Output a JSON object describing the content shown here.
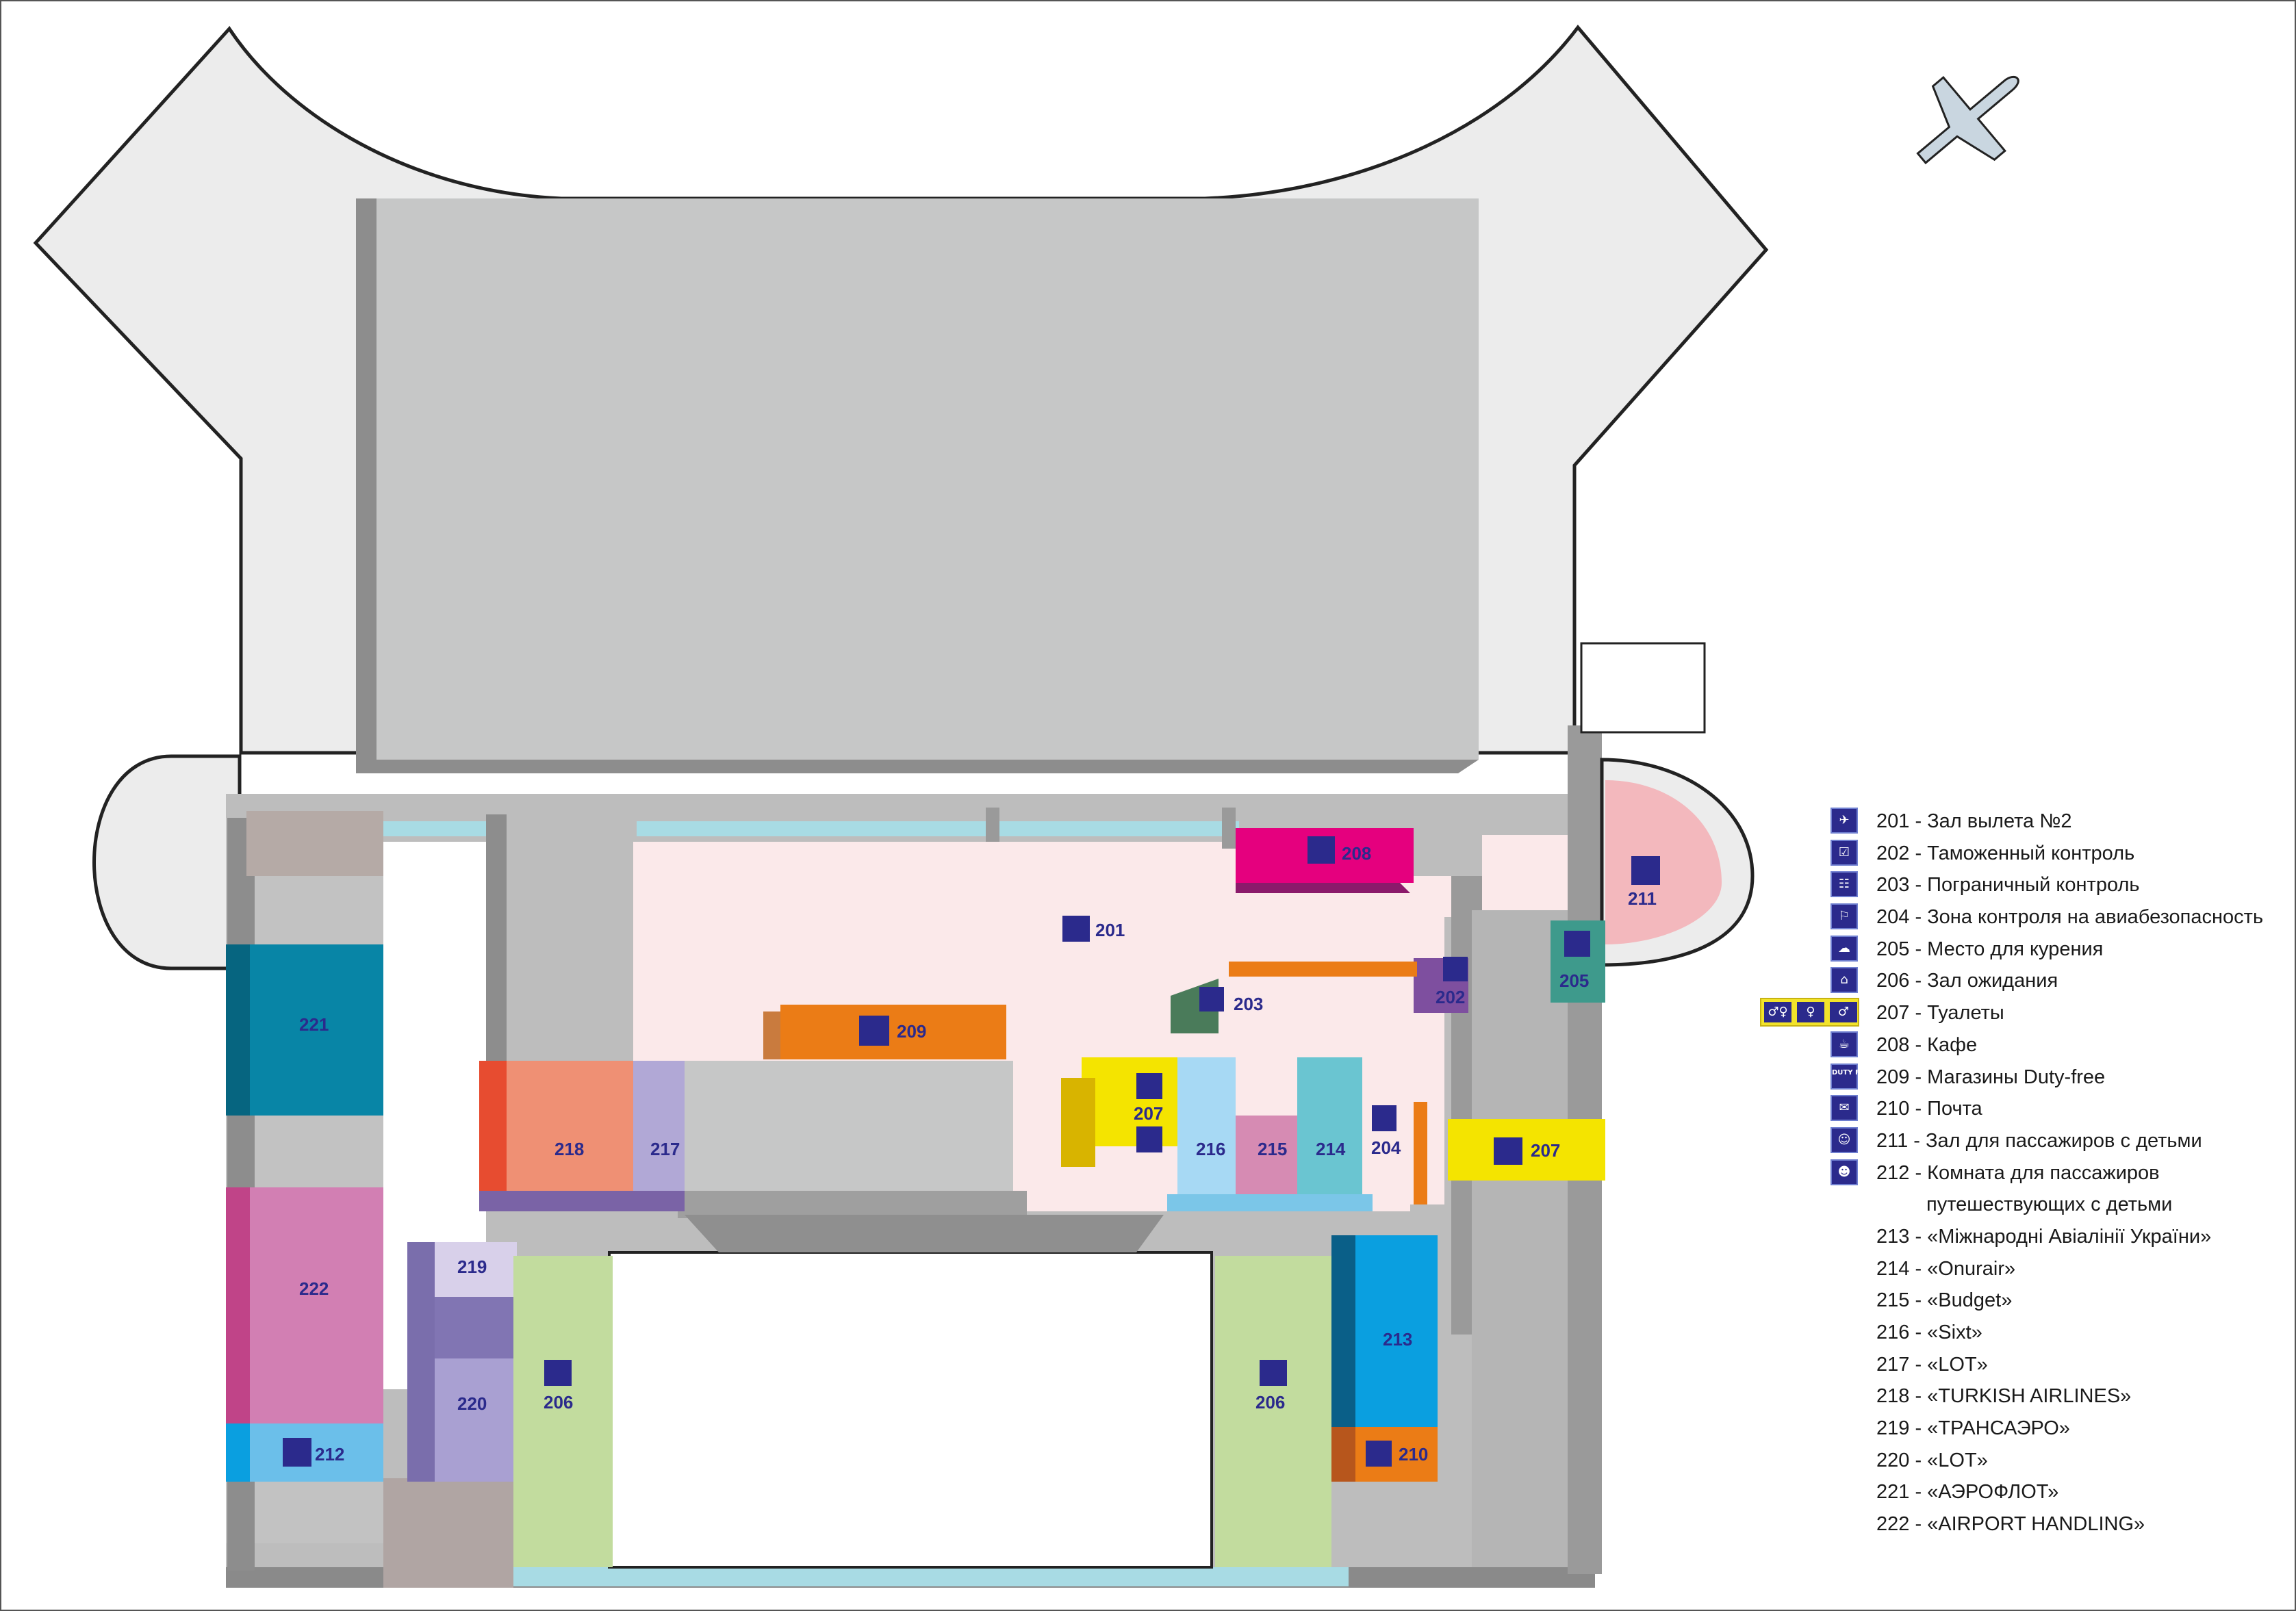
{
  "colors": {
    "accent_navy": "#2b2a8c",
    "hall_201": "#fbe9ea",
    "wall": "#9a9a9a",
    "apron": "#ececec"
  },
  "map_labels": {
    "r201": "201",
    "r202": "202",
    "r203": "203",
    "r204": "204",
    "r205": "205",
    "r206a": "206",
    "r206b": "206",
    "r207a": "207",
    "r207b": "207",
    "r208": "208",
    "r209": "209",
    "r210": "210",
    "r211": "211",
    "r212": "212",
    "r213": "213",
    "r214": "214",
    "r215": "215",
    "r216": "216",
    "r217": "217",
    "r218": "218",
    "r219": "219",
    "r220": "220",
    "r221": "221",
    "r222": "222",
    "duty_free_icon_text": "DUTY FREE"
  },
  "legend": [
    {
      "code": "201",
      "text": "201 - Зал вылета №2",
      "icon": "departure-icon"
    },
    {
      "code": "202",
      "text": "202 - Таможенный контроль",
      "icon": "customs-icon"
    },
    {
      "code": "203",
      "text": "203 - Пограничный контроль",
      "icon": "passport-control-icon"
    },
    {
      "code": "204",
      "text": "204 - Зона контроля на авиабезопасность",
      "icon": "security-check-icon"
    },
    {
      "code": "205",
      "text": "205 - Место для курения",
      "icon": "smoking-icon"
    },
    {
      "code": "206",
      "text": "206 - Зал ожидания",
      "icon": "waiting-room-icon"
    },
    {
      "code": "207",
      "text": "207 - Туалеты",
      "icon": "toilets-icon"
    },
    {
      "code": "208",
      "text": "208 - Кафе",
      "icon": "cafe-icon"
    },
    {
      "code": "209",
      "text": "209 - Магазины Duty-free",
      "icon": "duty-free-icon",
      "icon_text": "DUTY FREE"
    },
    {
      "code": "210",
      "text": "210 - Почта",
      "icon": "mail-icon"
    },
    {
      "code": "211",
      "text": "211 - Зал для пассажиров с детьми",
      "icon": "family-room-icon"
    },
    {
      "code": "212",
      "text": "212 - Комната для пассажиров",
      "icon": "baby-room-icon"
    },
    {
      "code": "212b",
      "text": "путешествующих с детьми",
      "icon": ""
    },
    {
      "code": "213",
      "text": "213 - «Міжнародні Авіалінії України»",
      "icon": ""
    },
    {
      "code": "214",
      "text": "214 - «Onurair»",
      "icon": ""
    },
    {
      "code": "215",
      "text": "215 - «Budget»",
      "icon": ""
    },
    {
      "code": "216",
      "text": "216 -  «Sixt»",
      "icon": ""
    },
    {
      "code": "217",
      "text": "217 - «LOT»",
      "icon": ""
    },
    {
      "code": "218",
      "text": "218 - «TURKISH AIRLINES»",
      "icon": ""
    },
    {
      "code": "219",
      "text": "219 - «ТРАНСАЭРО»",
      "icon": ""
    },
    {
      "code": "220",
      "text": "220 - «LOT»",
      "icon": ""
    },
    {
      "code": "221",
      "text": "221 - «АЭРОФЛОТ»",
      "icon": ""
    },
    {
      "code": "222",
      "text": "222 - «AIRPORT HANDLING»",
      "icon": ""
    }
  ]
}
